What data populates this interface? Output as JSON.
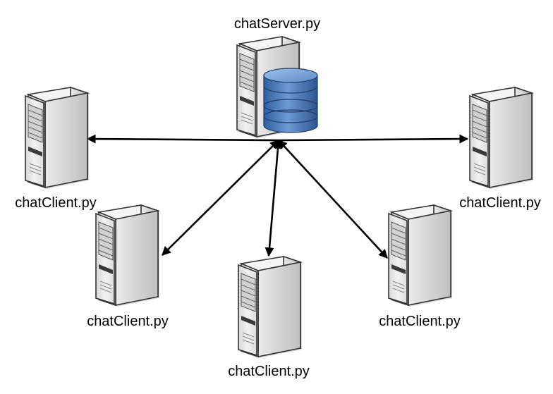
{
  "server": {
    "label": "chatServer.py",
    "icon": "server-with-database-icon"
  },
  "clients": [
    {
      "id": "left",
      "label": "chatClient.py",
      "icon": "server-tower-icon"
    },
    {
      "id": "right",
      "label": "chatClient.py",
      "icon": "server-tower-icon"
    },
    {
      "id": "bottom-left",
      "label": "chatClient.py",
      "icon": "server-tower-icon"
    },
    {
      "id": "bottom",
      "label": "chatClient.py",
      "icon": "server-tower-icon"
    },
    {
      "id": "bottom-right",
      "label": "chatClient.py",
      "icon": "server-tower-icon"
    }
  ],
  "colors": {
    "connector": "#000000",
    "tower_front": "#e6e6e6",
    "tower_side": "#c9c9c9",
    "database": "#4f7fbf"
  }
}
